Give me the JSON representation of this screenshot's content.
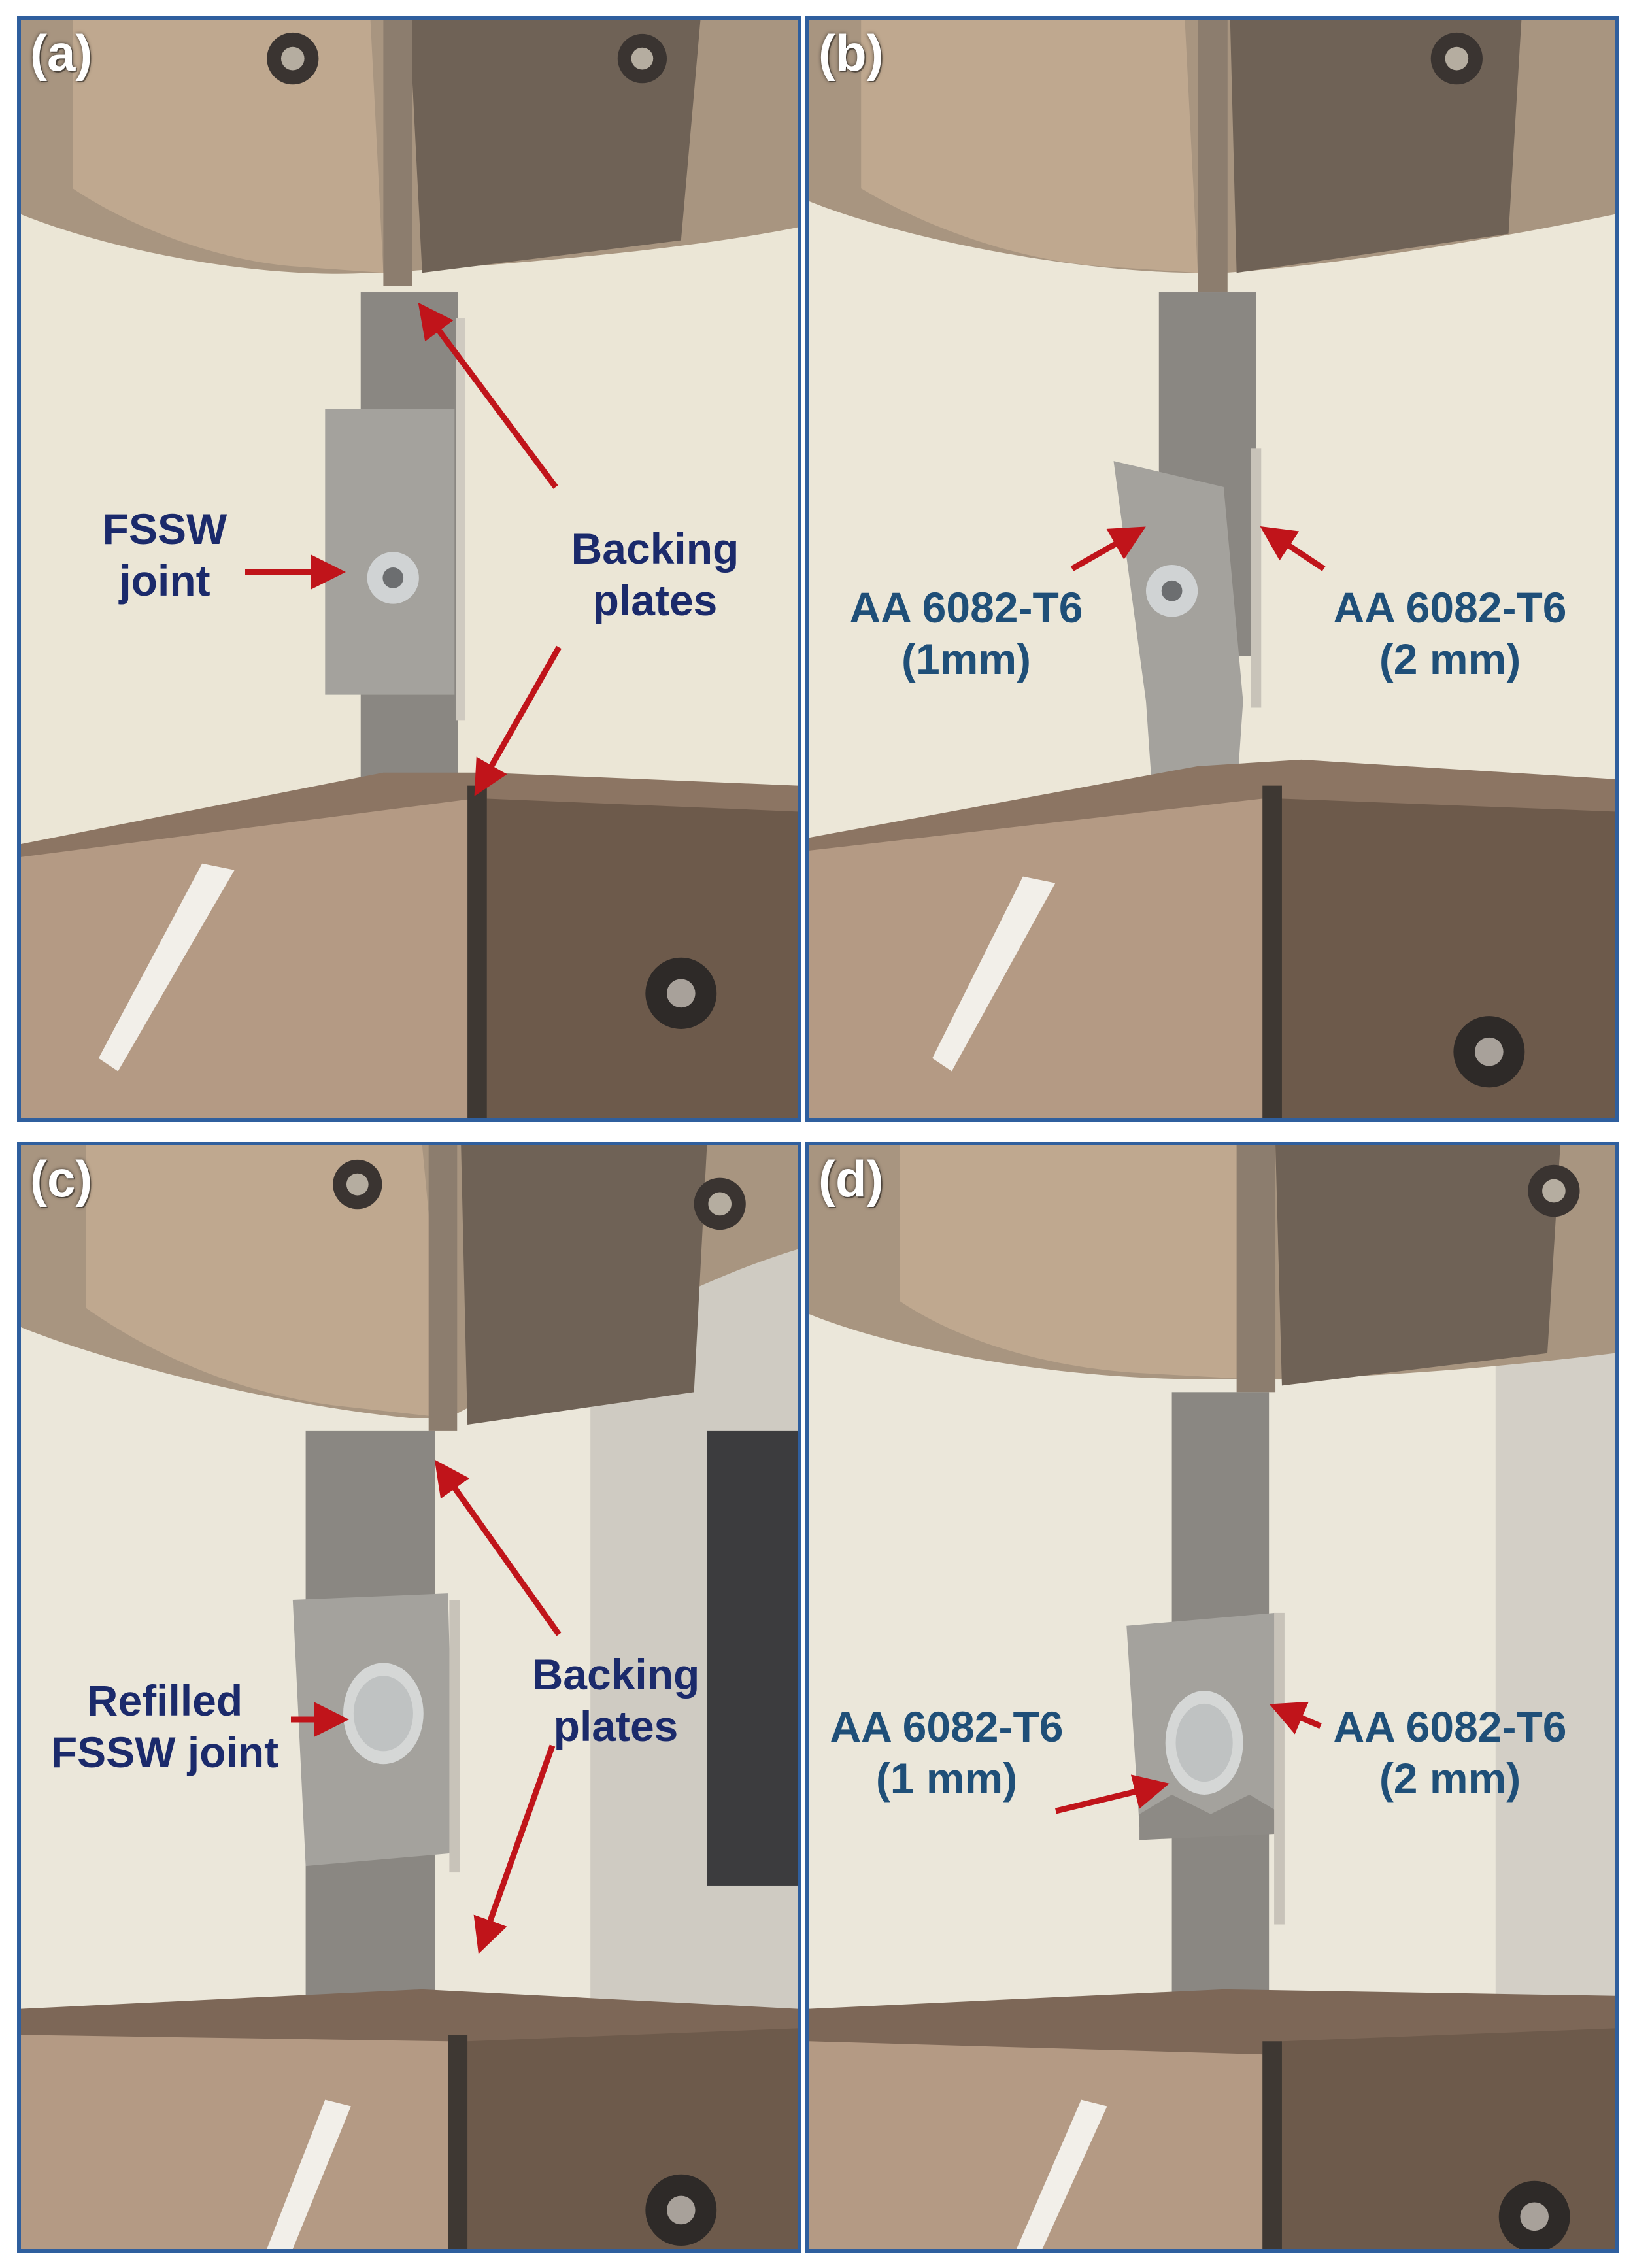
{
  "panels": [
    {
      "letter": "(a)",
      "labels": {
        "left_line1": "FSSW",
        "left_line2": "joint",
        "right_line1": "Backing",
        "right_line2": "plates"
      }
    },
    {
      "letter": "(b)",
      "labels": {
        "left_line1": "AA 6082-T6",
        "left_line2": "(1mm)",
        "right_line1": "AA 6082-T6",
        "right_line2": "(2 mm)"
      }
    },
    {
      "letter": "(c)",
      "labels": {
        "left_line1": "Refilled",
        "left_line2": "FSSW joint",
        "right_line1": "Backing",
        "right_line2": "plates"
      }
    },
    {
      "letter": "(d)",
      "labels": {
        "left_line1": "AA 6082-T6",
        "left_line2": "(1 mm)",
        "right_line1": "AA 6082-T6",
        "right_line2": "(2 mm)"
      }
    }
  ],
  "colors": {
    "frame": "#2f5f9e",
    "label_text": "#1b2a6b",
    "arrow": "#c0141a"
  }
}
